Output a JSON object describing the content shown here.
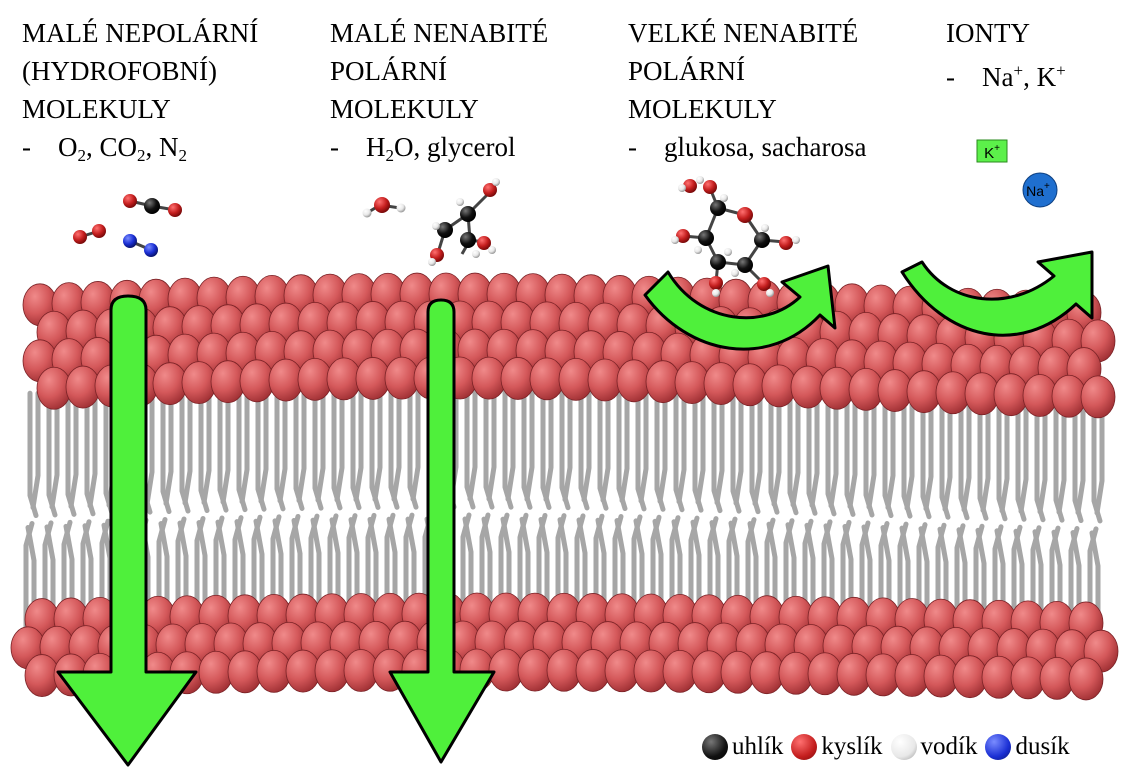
{
  "columns": [
    {
      "id": "small-nonpolar",
      "lines": [
        "MALÉ NEPOLÁRNÍ",
        "(HYDROFOBNÍ)",
        "MOLEKULY"
      ],
      "examples_prefix": "-",
      "examples": [
        {
          "base": "O",
          "sub": "2",
          "sep": ", "
        },
        {
          "base": "CO",
          "sub": "2",
          "sep": ", "
        },
        {
          "base": "N",
          "sub": "2",
          "sep": ""
        }
      ]
    },
    {
      "id": "small-uncharged-polar",
      "lines": [
        "MALÉ NENABITÉ",
        "POLÁRNÍ",
        "MOLEKULY"
      ],
      "examples_prefix": "-",
      "examples": [
        {
          "base": "H",
          "sub": "2",
          "after": "O",
          "sep": ", "
        },
        {
          "base": "glycerol",
          "sep": ""
        }
      ]
    },
    {
      "id": "large-uncharged-polar",
      "lines": [
        "VELKÉ NENABITÉ",
        "POLÁRNÍ",
        "MOLEKULY"
      ],
      "examples_prefix": "-",
      "examples_text": "glukosa, sacharosa"
    },
    {
      "id": "ions",
      "lines": [
        "IONTY"
      ],
      "examples_prefix": "-",
      "ion_examples": [
        {
          "base": "Na",
          "sup": "+",
          "sep": ", "
        },
        {
          "base": "K",
          "sup": "+",
          "sep": ""
        }
      ]
    }
  ],
  "ion_labels": {
    "k": {
      "base": "K",
      "sup": "+"
    },
    "na": {
      "base": "Na",
      "sup": "+"
    }
  },
  "legend": [
    {
      "label": "uhlík",
      "color": "#000000",
      "icon": "carbon-atom"
    },
    {
      "label": "kyslík",
      "color": "#b81c1c",
      "icon": "oxygen-atom"
    },
    {
      "label": "vodík",
      "color": "#ececec",
      "icon": "hydrogen-atom"
    },
    {
      "label": "dusík",
      "color": "#1a2fd4",
      "icon": "nitrogen-atom"
    }
  ],
  "colors": {
    "lipid_head": "#d4585a",
    "lipid_head_dark": "#9e2f33",
    "lipid_tail": "#a6a6a6",
    "arrow_fill": "#4ff03b",
    "k_ion_bg": "#5cf04a",
    "na_ion_bg": "#1f6fcf",
    "carbon": "#000000",
    "oxygen": "#b81c1c",
    "hydrogen": "#ececec",
    "nitrogen": "#1a2fd4"
  }
}
